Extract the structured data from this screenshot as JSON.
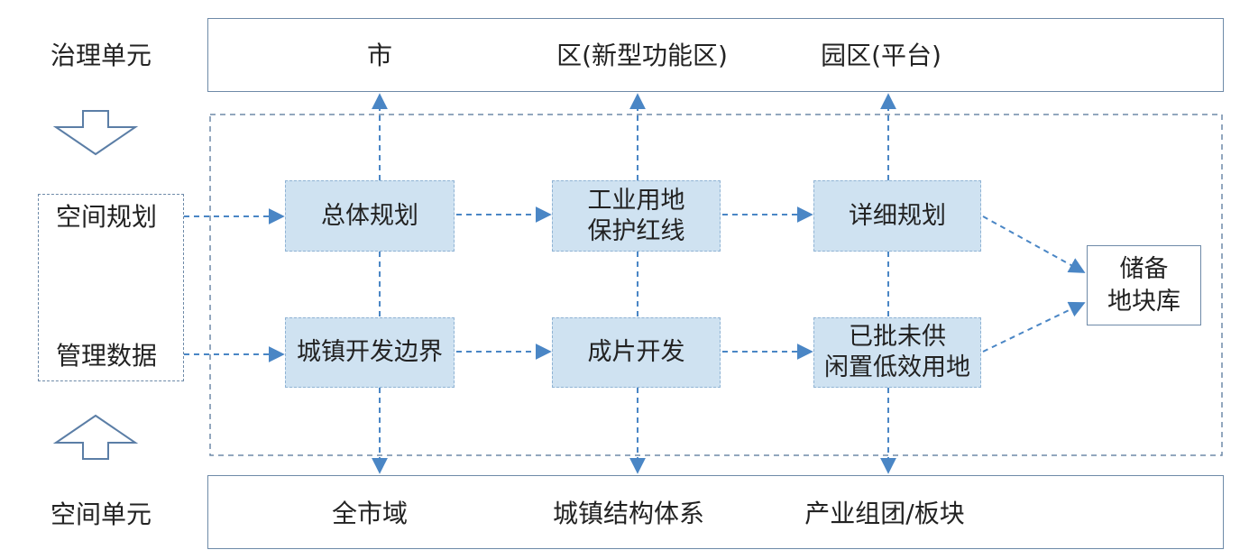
{
  "side_labels": {
    "governance_unit": "治理单元",
    "space_unit": "空间单元"
  },
  "left_inputs": {
    "spatial_planning": "空间规划",
    "management_data": "管理数据"
  },
  "top_band": [
    "市",
    "区(新型功能区)",
    "园区(平台)"
  ],
  "bottom_band": [
    "全市域",
    "城镇结构体系",
    "产业组团/板块"
  ],
  "row1": {
    "overall_plan": "总体规划",
    "industrial_redline": [
      "工业用地",
      "保护红线"
    ],
    "detailed_plan": "详细规划"
  },
  "row2": {
    "urban_boundary": "城镇开发边界",
    "block_development": "成片开发",
    "idle_land": [
      "已批未供",
      "闲置低效用地"
    ]
  },
  "reserve": [
    "储备",
    "地块库"
  ],
  "colors": {
    "box_fill": "#cfe2f1",
    "line": "#4a86c5",
    "border": "#6e8aa8"
  }
}
